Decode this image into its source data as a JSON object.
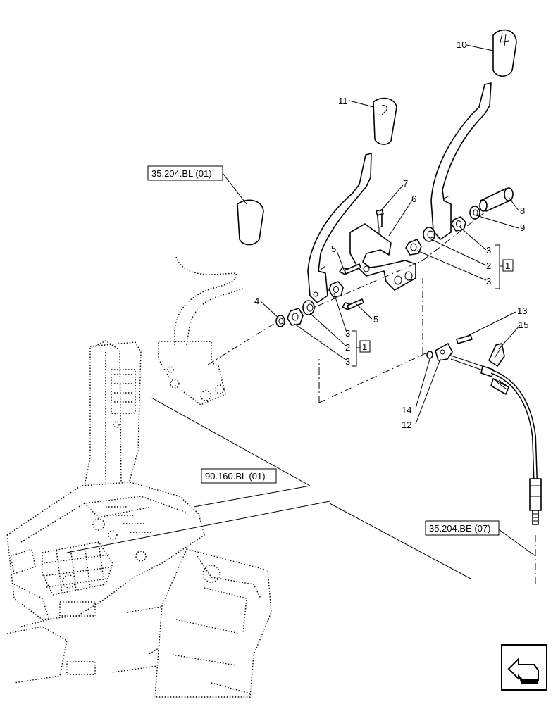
{
  "references": {
    "r1": "35.204.BL (01)",
    "r2": "90.160.BL (01)",
    "r3": "35.204.BE (07)"
  },
  "callouts": {
    "c1": "1",
    "c2": "2",
    "c3": "3",
    "c4": "4",
    "c5": "5",
    "c6": "6",
    "c7": "7",
    "c8": "8",
    "c9": "9",
    "c10": "10",
    "c11": "11",
    "c12": "12",
    "c13": "13",
    "c14": "14",
    "c15": "15"
  },
  "icons": {
    "nav": "arrow-navigation-icon"
  }
}
